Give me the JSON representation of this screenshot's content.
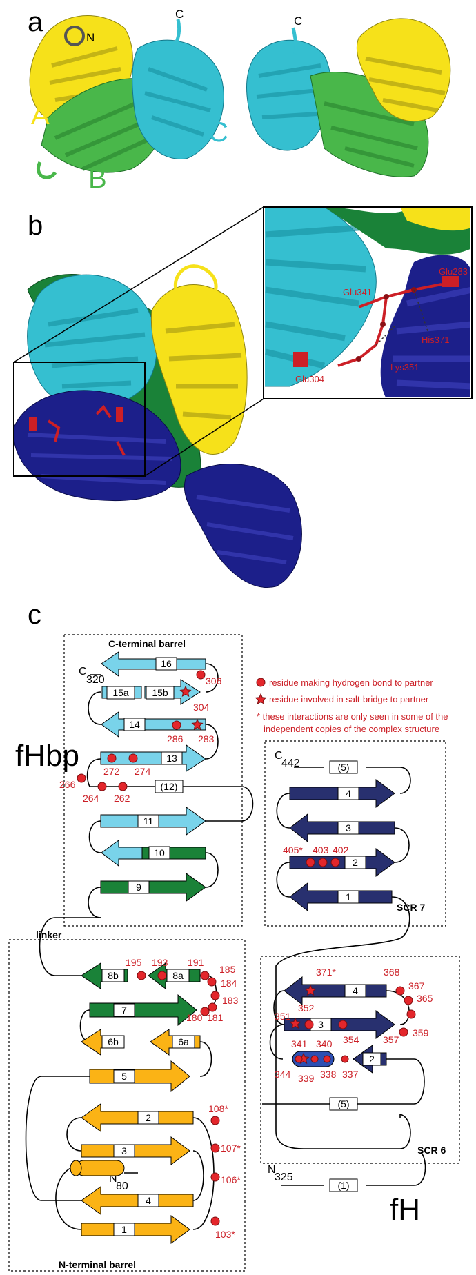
{
  "panels": {
    "a": "a",
    "b": "b",
    "c": "c"
  },
  "panel_a": {
    "n_label": "N",
    "c_label_left": "C",
    "c_label_right": "C",
    "domain_a": "A",
    "domain_b": "B",
    "domain_c": "C"
  },
  "panel_b": {
    "residues": [
      "Glu341",
      "Glu283",
      "His371",
      "Lys351",
      "Glu304"
    ]
  },
  "panel_c": {
    "fhbp": "fHbp",
    "fh": "fH",
    "c_terminal_barrel": "C-terminal barrel",
    "n_terminal_barrel": "N-terminal barrel",
    "linker": "linker",
    "scr7": "SCR 7",
    "scr6": "SCR 6",
    "c320": "C",
    "c320_sub": "320",
    "c442": "C",
    "c442_sub": "442",
    "n80": "N",
    "n80_sub": "80",
    "n325": "N",
    "n325_sub": "325",
    "legend": {
      "hbond": "residue making hydrogen bond to partner",
      "saltbridge": "residue  involved in salt-bridge to partner",
      "note_line1": "* these interactions are only seen in some of the",
      "note_line2": "independent copies of the complex structure"
    },
    "strands": {
      "s16": "16",
      "s15a": "15a",
      "s15b": "15b",
      "s14": "14",
      "s13": "13",
      "s12": "(12)",
      "s11": "11",
      "s10": "10",
      "s9": "9",
      "s8b": "8b",
      "s8a": "8a",
      "s7": "7",
      "s6b": "6b",
      "s6a": "6a",
      "s5": "5",
      "s2": "2",
      "s3": "3",
      "s4": "4",
      "s1": "1",
      "scr7_5": "(5)",
      "scr7_4": "4",
      "scr7_3": "3",
      "scr7_2": "2",
      "scr7_1": "1",
      "scr6_4": "4",
      "scr6_3": "3",
      "scr6_2": "2",
      "scr6_5": "(5)",
      "scr6_1": "(1)"
    },
    "residue_numbers": {
      "r306": "306",
      "r304": "304",
      "r286": "286",
      "r283": "283",
      "r272": "272",
      "r274": "274",
      "r266": "266",
      "r264": "264",
      "r262": "262",
      "r195": "195",
      "r193": "193",
      "r191": "191",
      "r185": "185",
      "r184": "184",
      "r183": "183",
      "r180": "180",
      "r181": "181",
      "r108": "108*",
      "r107": "107*",
      "r106": "106*",
      "r103": "103*",
      "r405": "405*",
      "r403": "403",
      "r402": "402",
      "r371": "371*",
      "r368": "368",
      "r367": "367",
      "r365": "365",
      "r351": "351",
      "r352": "352",
      "r354": "354",
      "r357": "357",
      "r359": "359",
      "r341": "341",
      "r340": "340",
      "r344": "344",
      "r339": "339",
      "r338": "338",
      "r337": "337"
    }
  },
  "colors": {
    "yellow": "#f6e11a",
    "green": "#2f9e3a",
    "cyan": "#35bfd0",
    "navy": "#1c1f8a",
    "light_blue": "#79d3ea",
    "dark_green": "#1a8238",
    "orange": "#fbb315",
    "scr_navy": "#28306f",
    "red": "#cc1f26"
  }
}
